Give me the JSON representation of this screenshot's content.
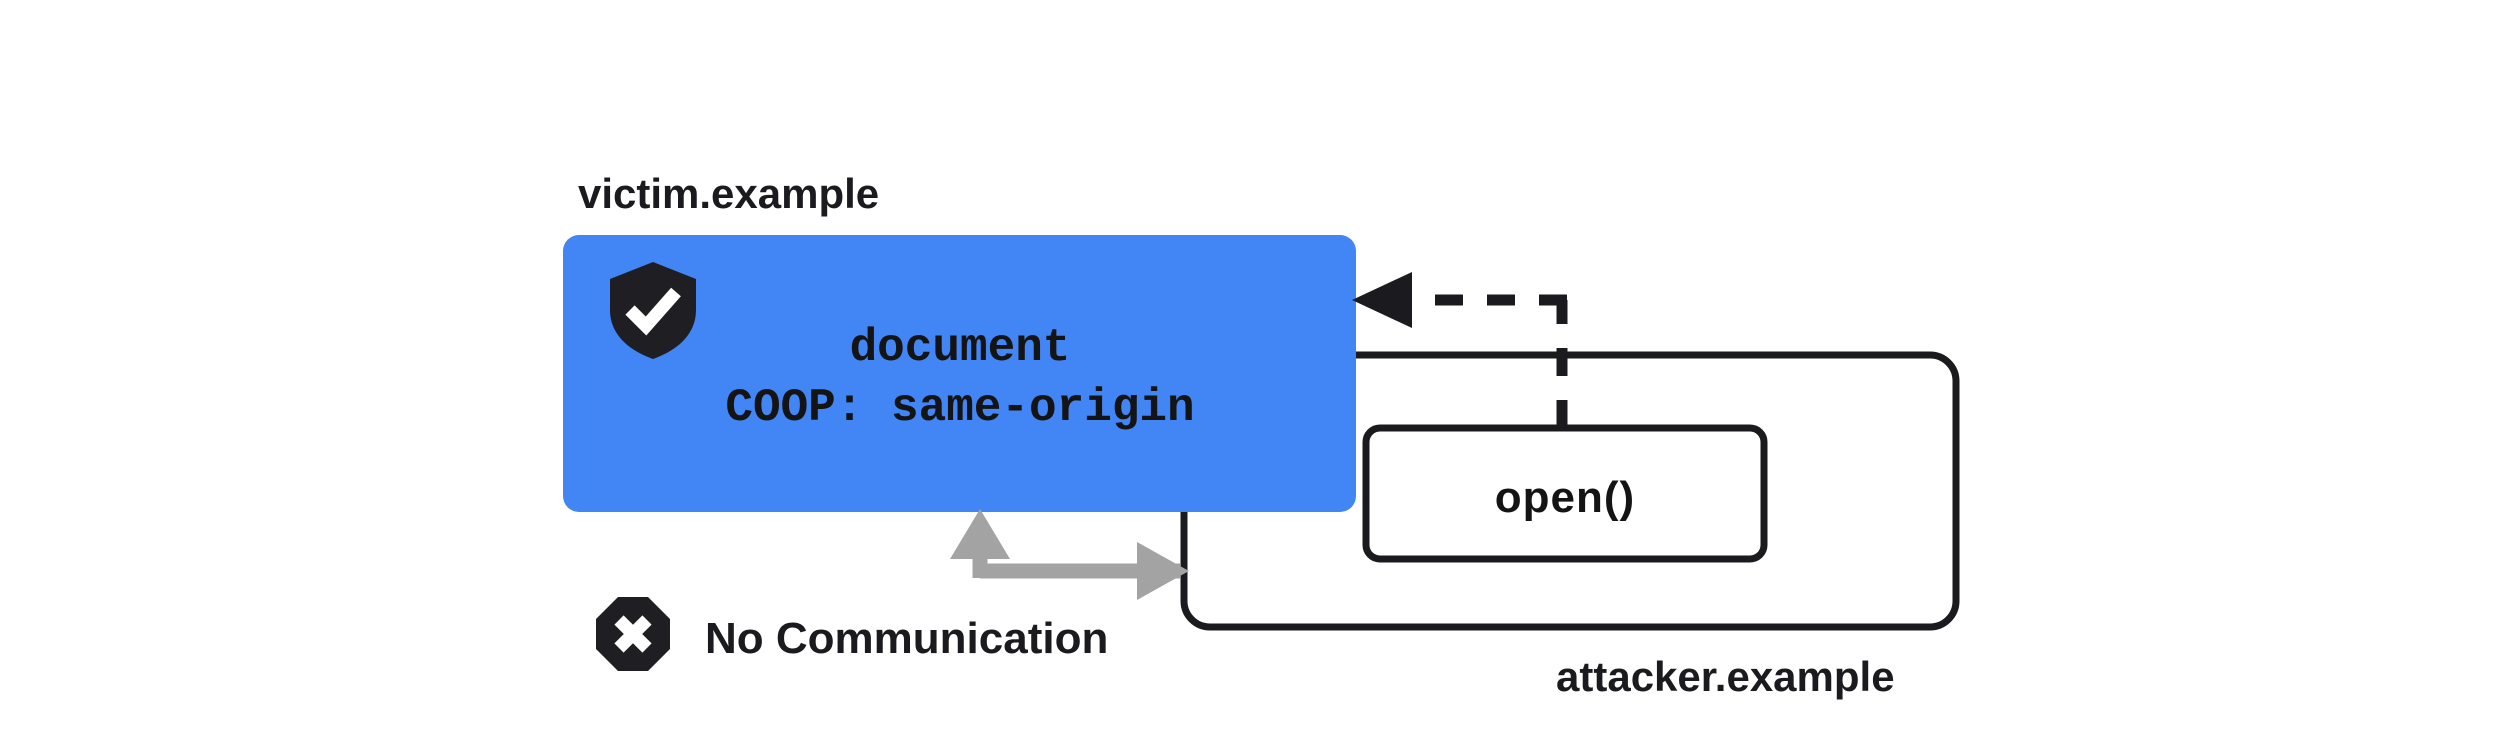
{
  "diagram": {
    "type": "security-architecture-diagram",
    "title_victim": "victim.example",
    "title_attacker": "attacker.example",
    "colors": {
      "victim_fill": "#4285F4",
      "stroke_dark": "#1b1b1f",
      "arrow_gray": "#A3A3A3",
      "icon_dark": "#1f1f23",
      "check_white": "#ffffff",
      "page_background": "#ffffff"
    },
    "victim_origin": {
      "label": "victim.example",
      "document_label": "document",
      "header_label": "COOP: same-origin",
      "shield_icon": "shield-check-icon"
    },
    "attacker_origin": {
      "label": "attacker.example",
      "open_call_label": "open()"
    },
    "no_communication": {
      "label": "No Communication",
      "icon": "octagon-x-icon"
    },
    "connections": [
      {
        "name": "open-call-arrow",
        "style": "dashed",
        "color": "#1b1b1f",
        "from": "open()",
        "to": "victim.example document",
        "direction": "right-to-left"
      },
      {
        "name": "blocked-communication-arrow",
        "style": "solid",
        "color": "#A3A3A3",
        "from": "attacker.example",
        "to": "victim.example document",
        "direction": "bidirectional",
        "blocked": true
      }
    ]
  }
}
